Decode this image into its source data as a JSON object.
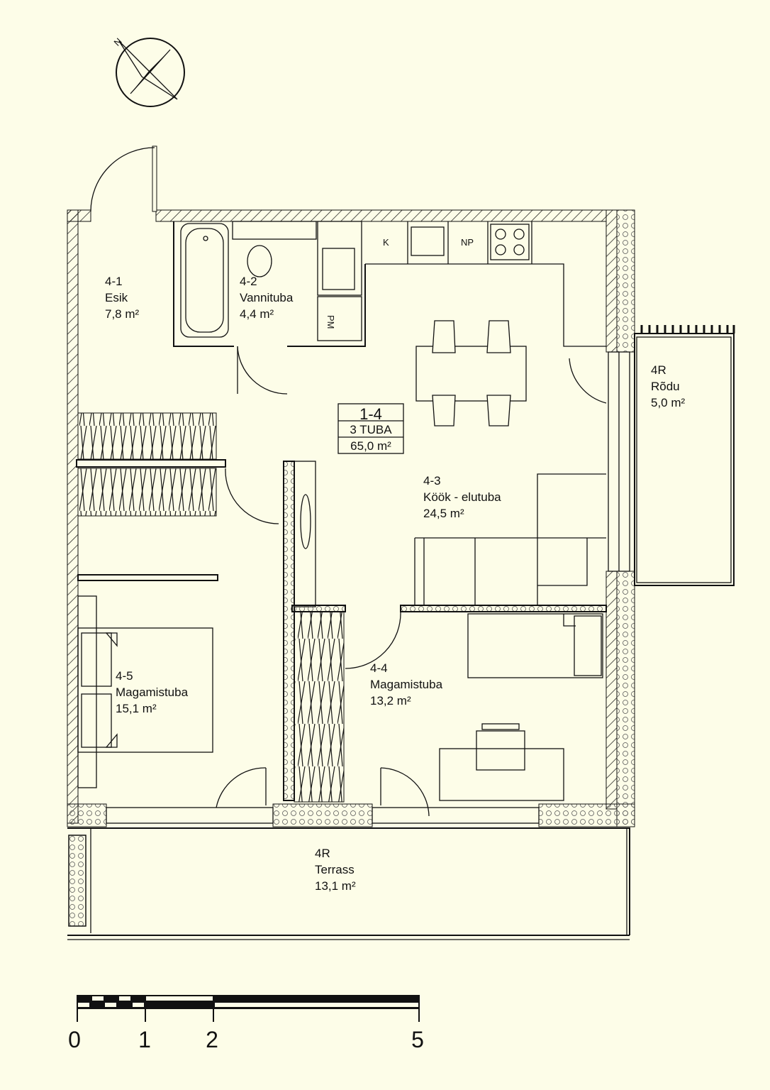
{
  "compass": {
    "north_label": "N"
  },
  "apartment": {
    "number": "1-4",
    "type": "3 TUBA",
    "area": "65,0 m²"
  },
  "rooms": [
    {
      "id": "4-1",
      "name": "Esik",
      "area": "7,8  m²"
    },
    {
      "id": "4-2",
      "name": "Vannituba",
      "area": "4,4  m²"
    },
    {
      "id": "4-3",
      "name": "Köök - elutuba",
      "area": "24,5  m²"
    },
    {
      "id": "4-4",
      "name": "Magamistuba",
      "area": "13,2  m²"
    },
    {
      "id": "4-5",
      "name": "Magamistuba",
      "area": "15,1  m²"
    },
    {
      "id": "4R",
      "name": "Rõdu",
      "area": "5,0  m²"
    },
    {
      "id": "4R",
      "name": "Terrass",
      "area": "13,1  m²"
    }
  ],
  "fixtures": {
    "fridge": "K",
    "dishwasher": "NP",
    "washer": "PM"
  },
  "scale_bar": {
    "ticks": [
      "0",
      "1",
      "2",
      "5"
    ],
    "unit_values_m": [
      0,
      1,
      2,
      5
    ]
  },
  "colors": {
    "background": "#fdfde8",
    "ink": "#111111"
  }
}
